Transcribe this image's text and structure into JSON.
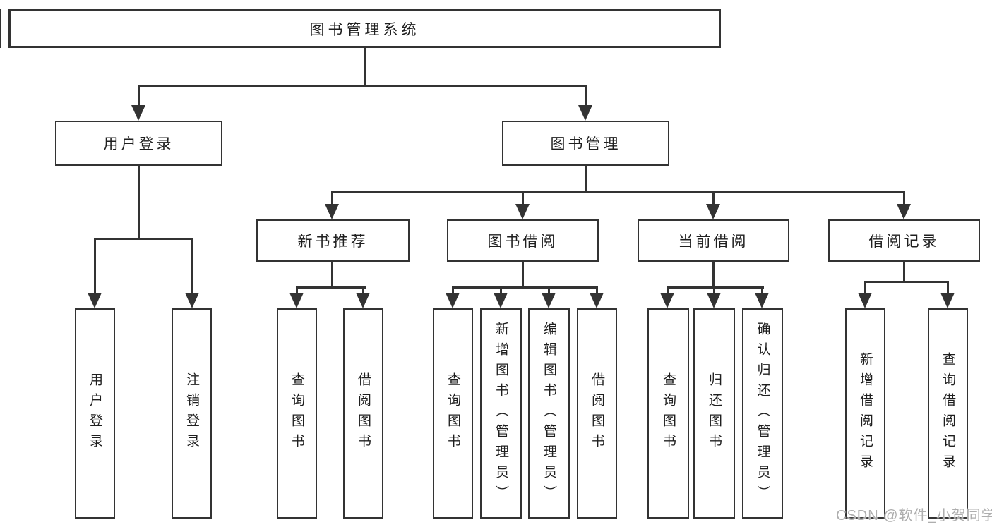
{
  "colors": {
    "line": "#333333",
    "box_border": "#333333",
    "box_background": "#ffffff",
    "text": "#1f1f1f",
    "watermark": "#aeaeae",
    "page_background": "#ffffff"
  },
  "watermark": {
    "text": "CSDN @软件_小贺同学"
  },
  "diagram": {
    "type": "hierarchy-tree",
    "root": {
      "label": "图书管理系统"
    },
    "branches": [
      {
        "label": "用户登录",
        "children": [
          {
            "label": "用户登录"
          },
          {
            "label": "注销登录"
          }
        ]
      },
      {
        "label": "图书管理",
        "children": [
          {
            "label": "新书推荐",
            "children": [
              {
                "label": "查询图书"
              },
              {
                "label": "借阅图书"
              }
            ]
          },
          {
            "label": "图书借阅",
            "children": [
              {
                "label": "查询图书"
              },
              {
                "label": "新增图书（管理员）"
              },
              {
                "label": "编辑图书（管理员）"
              },
              {
                "label": "借阅图书"
              }
            ]
          },
          {
            "label": "当前借阅",
            "children": [
              {
                "label": "查询图书"
              },
              {
                "label": "归还图书"
              },
              {
                "label": "确认归还（管理员）"
              }
            ]
          },
          {
            "label": "借阅记录",
            "children": [
              {
                "label": "新增借阅记录"
              },
              {
                "label": "查询借阅记录"
              }
            ]
          }
        ]
      }
    ]
  }
}
